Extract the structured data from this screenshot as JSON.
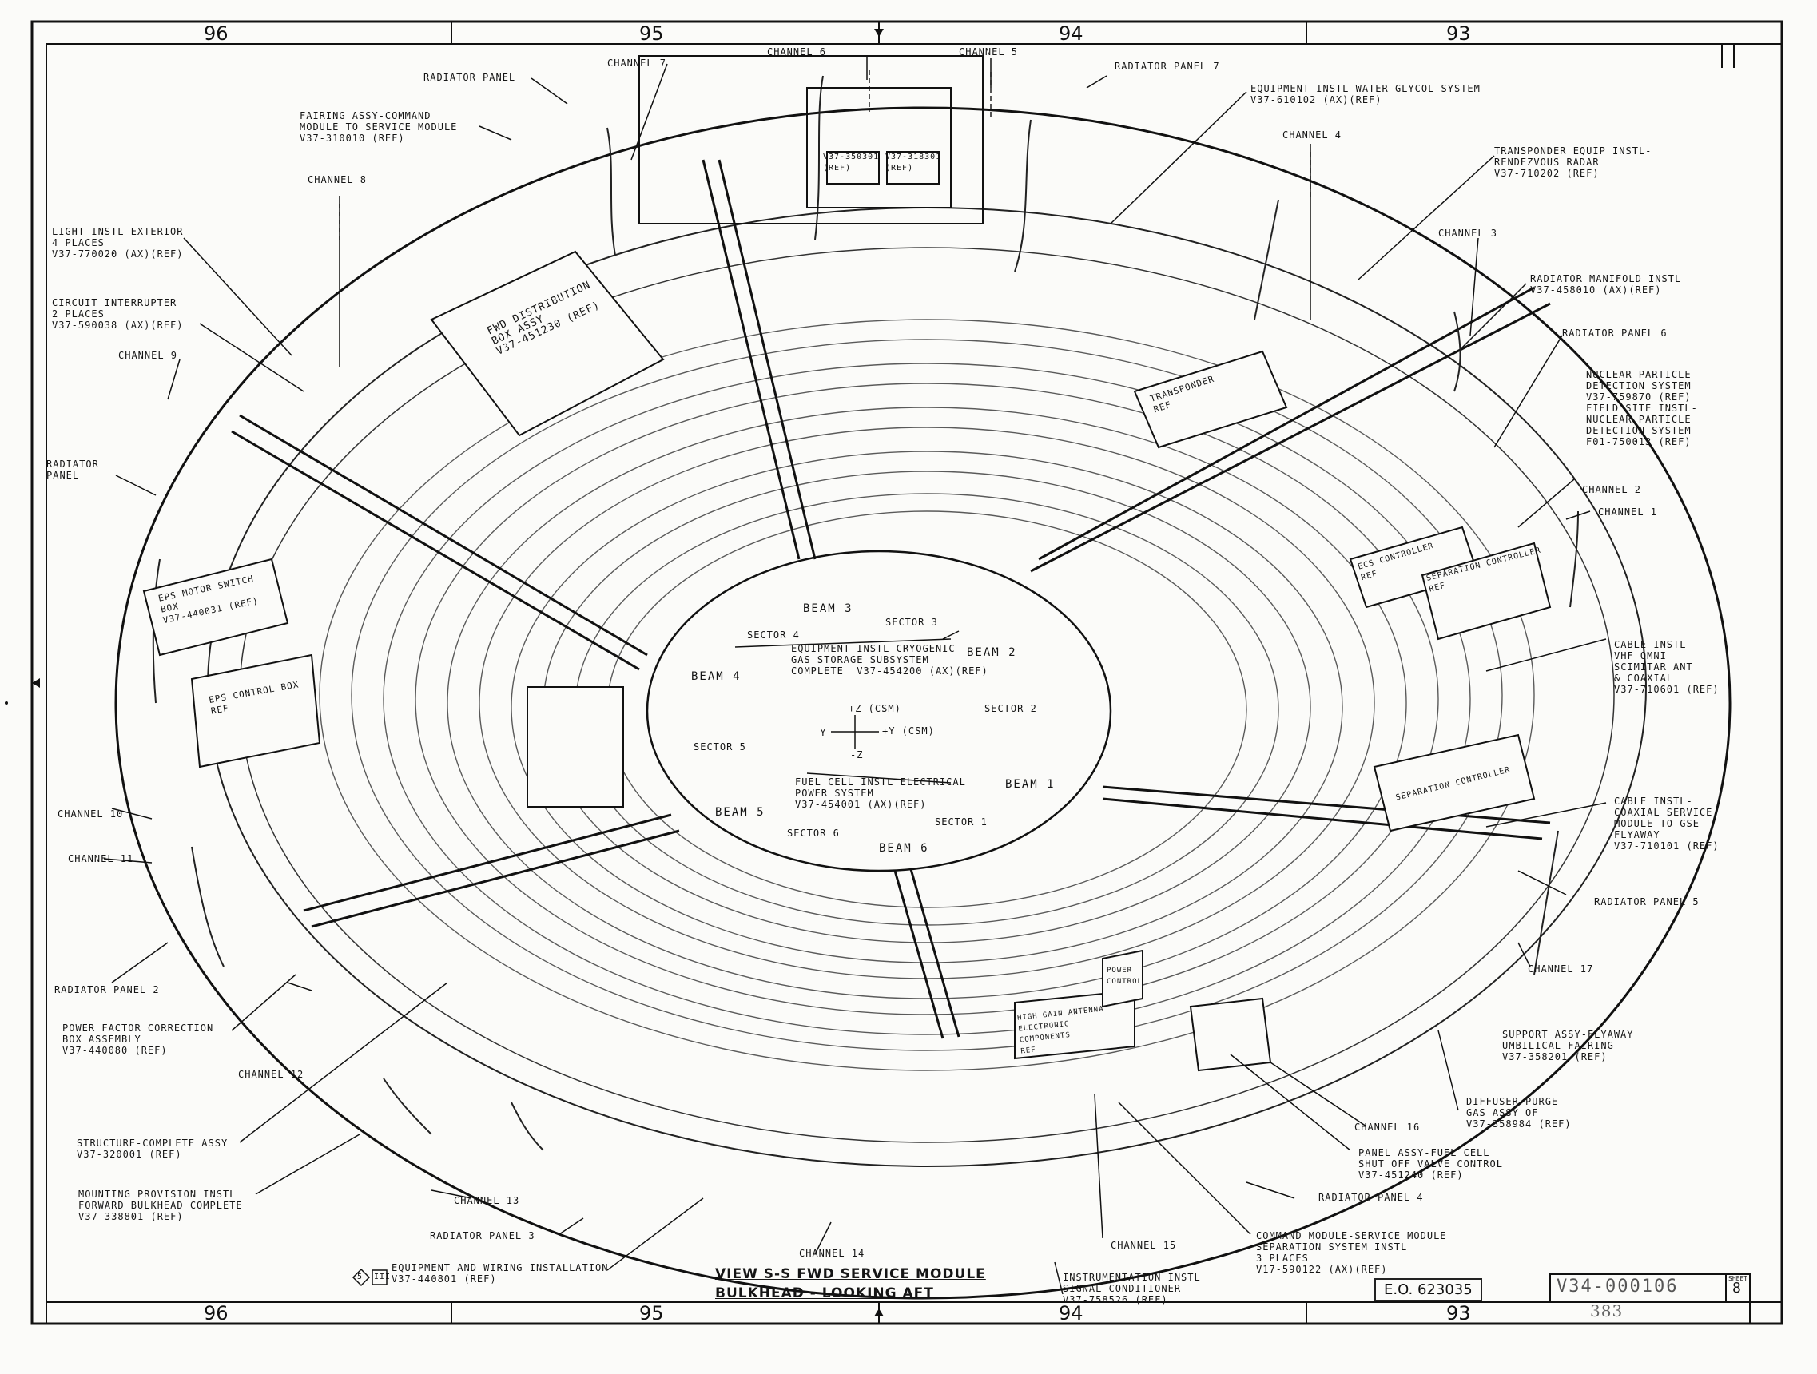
{
  "zones": {
    "z96": "96",
    "z95": "95",
    "z94": "94",
    "z93": "93"
  },
  "view_title": {
    "line1": "VIEW S-S FWD SERVICE MODULE",
    "line2": "BULKHEAD - LOOKING AFT"
  },
  "center": {
    "beams": [
      "BEAM 1",
      "BEAM 2",
      "BEAM 3",
      "BEAM 4",
      "BEAM 5",
      "BEAM 6"
    ],
    "sectors": [
      "SECTOR 1",
      "SECTOR 2",
      "SECTOR 3",
      "SECTOR 4",
      "SECTOR 5",
      "SECTOR 6"
    ],
    "axes": {
      "pz": "+Z (CSM)",
      "my": "-Y",
      "py": "+Y (CSM)",
      "mz": "-Z"
    }
  },
  "center_callouts": {
    "cryo": "EQUIPMENT INSTL CRYOGENIC\nGAS STORAGE SUBSYSTEM\nCOMPLETE  V37-454200 (AX)(REF)",
    "fuel": "FUEL CELL INSTL ELECTRICAL\nPOWER SYSTEM\nV37-454001 (AX)(REF)"
  },
  "box_labels": {
    "pwr_dist": "FWD DISTRIBUTION\nBOX ASSY\nV37-451230 (REF)",
    "eps_motor": "EPS MOTOR SWITCH\nBOX\nV37-440031 (REF)",
    "eps_control": "EPS CONTROL BOX\nREF",
    "transponder": "TRANSPONDER\nREF",
    "ecs_controller": "ECS CONTROLLER\nREF",
    "separation": "SEPARATION CONTROLLER\nREF",
    "sep_lower": "SEPARATION CONTROLLER",
    "hga": "HIGH GAIN ANTENNA\nELECTRONIC\nCOMPONENTS\nREF",
    "power_control": "POWER\nCONTROL"
  },
  "ref_tags": {
    "r1": "V37-350301\n(REF)",
    "r2": "V37-318301\n(REF)"
  },
  "callouts": {
    "channel_7": "CHANNEL 7",
    "channel_6": "CHANNEL 6",
    "channel_5": "CHANNEL 5",
    "radiator_panel_top": "RADIATOR PANEL",
    "radiator_panel_7": "RADIATOR PANEL 7",
    "water_glycol": "EQUIPMENT INSTL WATER GLYCOL SYSTEM\nV37-610102 (AX)(REF)",
    "fairing": "FAIRING ASSY-COMMAND\nMODULE TO SERVICE MODULE\nV37-310010 (REF)",
    "channel_4": "CHANNEL 4",
    "transponder_equip": "TRANSPONDER EQUIP INSTL-\nRENDEZVOUS RADAR\nV37-710202 (REF)",
    "channel_8": "CHANNEL 8",
    "channel_3": "CHANNEL 3",
    "light_instl": "LIGHT INSTL-EXTERIOR\n4 PLACES\nV37-770020 (AX)(REF)",
    "radiator_manifold": "RADIATOR MANIFOLD INSTL\nV37-458010 (AX)(REF)",
    "circuit_interrupter": "CIRCUIT INTERRUPTER\n2 PLACES\nV37-590038 (AX)(REF)",
    "radiator_panel_6": "RADIATOR PANEL 6",
    "channel_9": "CHANNEL 9",
    "nuclear": "NUCLEAR PARTICLE\nDETECTION SYSTEM\nV37-759870 (REF)\nFIELD SITE INSTL-\nNUCLEAR PARTICLE\nDETECTION SYSTEM\nF01-750013 (REF)",
    "radiator_panel_left": "RADIATOR\nPANEL",
    "channel_2": "CHANNEL 2",
    "channel_1": "CHANNEL 1",
    "cable_vhf": "CABLE INSTL-\nVHF OMNI\nSCIMITAR ANT\n& COAXIAL\nV37-710601 (REF)",
    "channel_10": "CHANNEL 10",
    "channel_11": "CHANNEL 11",
    "cable_coax": "CABLE INSTL-\nCOAXIAL SERVICE\nMODULE TO GSE\nFLYAWAY\nV37-710101 (REF)",
    "radiator_panel_5": "RADIATOR PANEL 5",
    "channel_17": "CHANNEL 17",
    "radiator_panel_2": "RADIATOR PANEL 2",
    "power_factor": "POWER FACTOR CORRECTION\nBOX ASSEMBLY\nV37-440080 (REF)",
    "support_assy": "SUPPORT ASSY-FLYAWAY\nUMBILICAL FAIRING\nV37-358201 (REF)",
    "channel_12": "CHANNEL 12",
    "diffuser": "DIFFUSER-PURGE\nGAS ASSY OF\nV37-358984 (REF)",
    "structure": "STRUCTURE-COMPLETE ASSY\nV37-320001 (REF)",
    "channel_16": "CHANNEL 16",
    "panel_assy": "PANEL ASSY-FUEL CELL\nSHUT OFF VALVE CONTROL\nV37-451240 (REF)",
    "mounting": "MOUNTING PROVISION INSTL\nFORWARD BULKHEAD COMPLETE\nV37-338801 (REF)",
    "radiator_panel_4": "RADIATOR PANEL 4",
    "channel_13": "CHANNEL 13",
    "command_module": "COMMAND MODULE-SERVICE MODULE\nSEPARATION SYSTEM INSTL\n3 PLACES\nV17-590122 (AX)(REF)",
    "radiator_panel_3": "RADIATOR PANEL 3",
    "channel_15": "CHANNEL 15",
    "equipment_wiring": "EQUIPMENT AND WIRING INSTALLATION\nV37-440801 (REF)",
    "channel_14": "CHANNEL 14",
    "instrumentation": "INSTRUMENTATION INSTL\nSIGNAL CONDITIONER\nV37-758526 (REF)"
  },
  "stamps": {
    "badge1": "5",
    "badge2": "III"
  },
  "eo_box": "E.O. 623035",
  "drawing_number": "V34-000106",
  "sheet": {
    "label": "SHEET",
    "number": "8"
  },
  "handwritten": "383",
  "colors": {
    "ink": "#111111",
    "paper": "#fbfbf9"
  }
}
